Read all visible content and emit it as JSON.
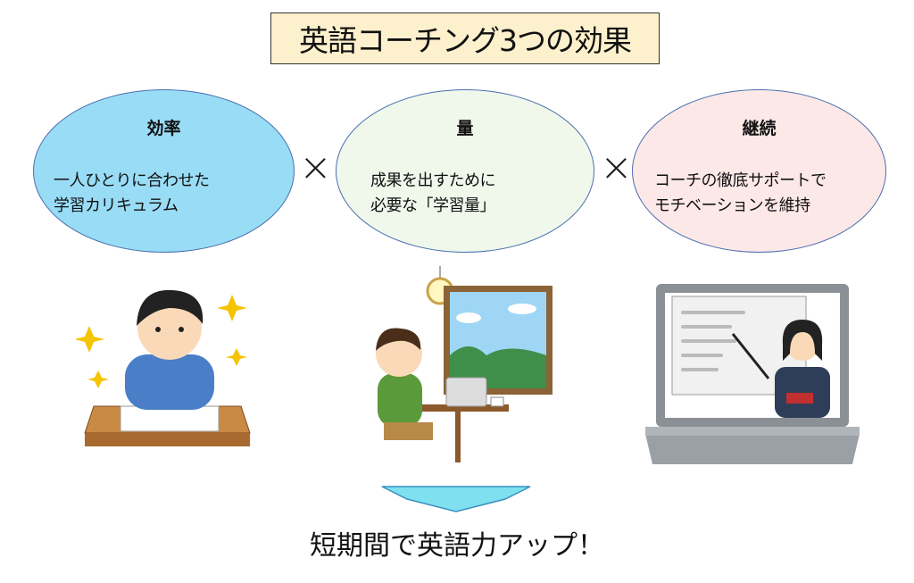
{
  "title": "英語コーチング3つの効果",
  "effects": [
    {
      "heading": "効率",
      "description": "一人ひとりに合わせた\n学習カリキュラム",
      "color": "#99dcf6"
    },
    {
      "heading": "量",
      "description": "成果を出すために\n必要な「学習量」",
      "color": "#f0f8ec"
    },
    {
      "heading": "継続",
      "description": "コーチの徹底サポートで\nモチベーションを維持",
      "color": "#fde8e8"
    }
  ],
  "operator": "×",
  "result": "短期間で英語力アップ！"
}
